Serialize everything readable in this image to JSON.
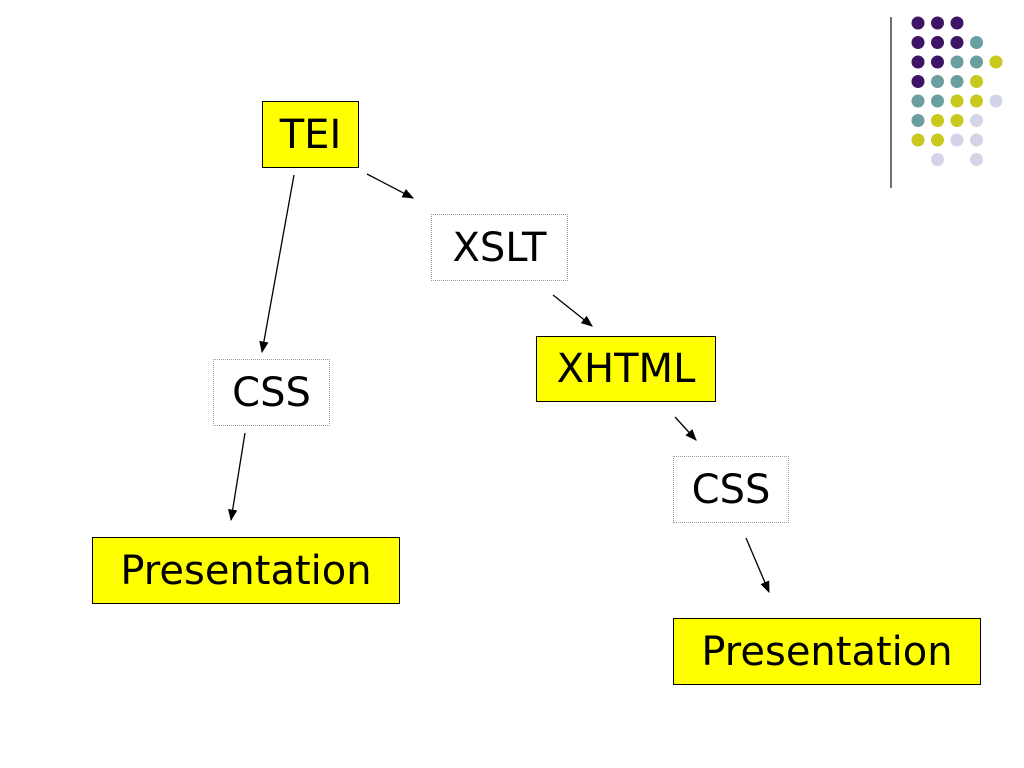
{
  "nodes": {
    "tei": "TEI",
    "xslt": "XSLT",
    "xhtml": "XHTML",
    "css_left": "CSS",
    "css_right": "CSS",
    "presentation_left": "Presentation",
    "presentation_right": "Presentation"
  },
  "colors": {
    "highlight": "#ffff00",
    "dot_purple": "#3d1466",
    "dot_teal": "#6b9e9e",
    "dot_olive": "#c8c81e",
    "dot_lavender": "#d4d4e8"
  },
  "decoration": {
    "dot_grid_rows": [
      [
        "purple",
        "purple",
        "purple",
        null,
        null
      ],
      [
        "purple",
        "purple",
        "purple",
        "teal",
        null
      ],
      [
        "purple",
        "purple",
        "teal",
        "teal",
        "olive"
      ],
      [
        "purple",
        "teal",
        "teal",
        "olive",
        null
      ],
      [
        "teal",
        "teal",
        "olive",
        "olive",
        "lavender"
      ],
      [
        "teal",
        "olive",
        "olive",
        "lavender",
        null
      ],
      [
        "olive",
        "olive",
        "lavender",
        "lavender",
        null
      ],
      [
        null,
        "lavender",
        null,
        "lavender",
        null
      ]
    ]
  }
}
